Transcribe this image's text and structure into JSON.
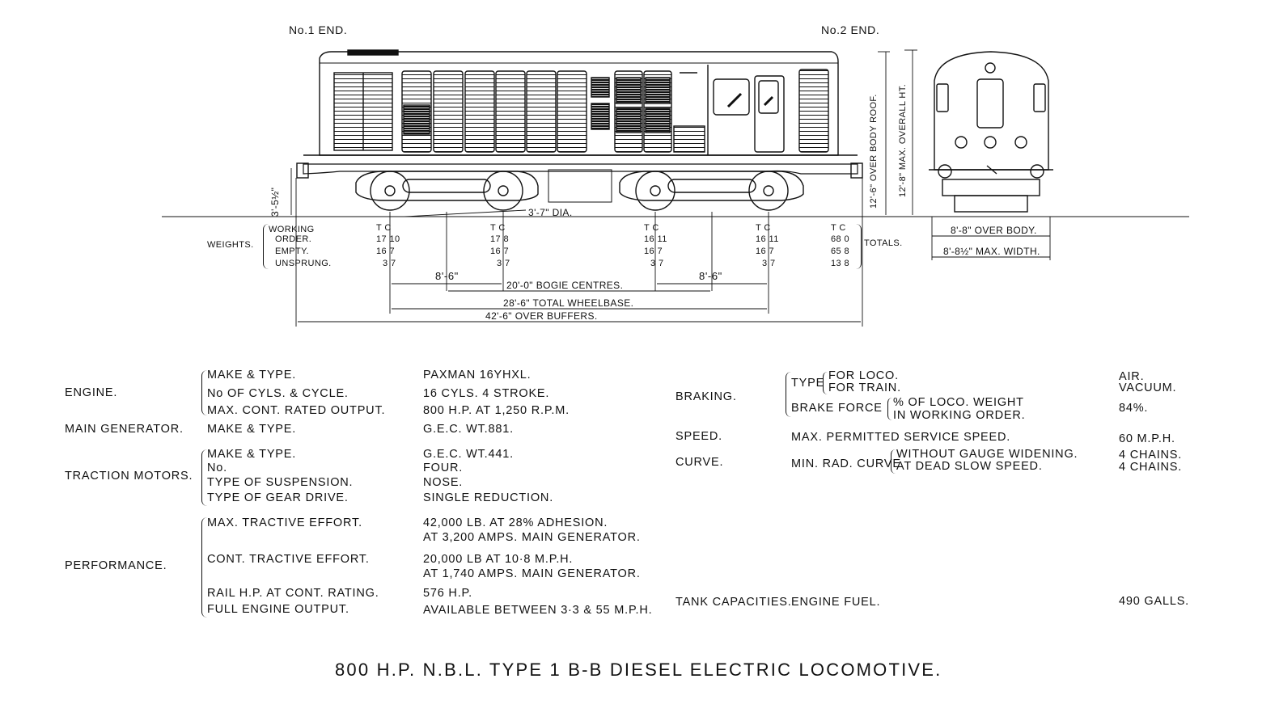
{
  "ends": {
    "no1": "No.1 END.",
    "no2": "No.2 END."
  },
  "dims": {
    "wheel_dia": "3'-7\" DIA.",
    "buffer_ht": "3'-5½\"",
    "over_body_roof": "12'-6\" OVER BODY ROOF.",
    "max_overall_ht": "12'-8\" MAX. OVERALL HT.",
    "over_body": "8'-8\" OVER BODY.",
    "max_width": "8'-8½\" MAX. WIDTH.",
    "bogie_wb_left": "8'-6\"",
    "bogie_wb_right": "8'-6\"",
    "bogie_centres": "20'-0\" BOGIE CENTRES.",
    "total_wheelbase": "28'-6\" TOTAL WHEELBASE.",
    "over_buffers": "42'-6\" OVER BUFFERS."
  },
  "weights": {
    "label": "WEIGHTS.",
    "rows": [
      "WORKING",
      "ORDER.",
      "EMPTY.",
      "UNSPRUNG."
    ],
    "totals_label": "TOTALS.",
    "axles": [
      {
        "tc": "T  C",
        "working": "17 10",
        "empty": "16  7",
        "unsprung": "3  7"
      },
      {
        "tc": "T  C",
        "working": "17  8",
        "empty": "16  7",
        "unsprung": "3  7"
      },
      {
        "tc": "T  C",
        "working": "16 11",
        "empty": "16  7",
        "unsprung": "3  7"
      },
      {
        "tc": "T  C",
        "working": "16 11",
        "empty": "16  7",
        "unsprung": "3  7"
      }
    ],
    "totals": {
      "tc": "T  C",
      "working": "68 0",
      "empty": "65 8",
      "unsprung": "13 8"
    }
  },
  "specs_left": {
    "engine": {
      "label": "ENGINE.",
      "rows": [
        {
          "k": "MAKE & TYPE.",
          "v": "PAXMAN 16YHXL."
        },
        {
          "k": "No OF CYLS. & CYCLE.",
          "v": "16 CYLS. 4 STROKE."
        },
        {
          "k": "MAX. CONT. RATED OUTPUT.",
          "v": "800 H.P. AT 1,250 R.P.M."
        }
      ]
    },
    "main_generator": {
      "label": "MAIN GENERATOR.",
      "rows": [
        {
          "k": "MAKE & TYPE.",
          "v": "G.E.C. WT.881."
        }
      ]
    },
    "traction_motors": {
      "label": "TRACTION MOTORS.",
      "rows": [
        {
          "k": "MAKE & TYPE.",
          "v": "G.E.C. WT.441."
        },
        {
          "k": "No.",
          "v": "FOUR."
        },
        {
          "k": "TYPE OF SUSPENSION.",
          "v": "NOSE."
        },
        {
          "k": "TYPE OF GEAR DRIVE.",
          "v": "SINGLE REDUCTION."
        }
      ]
    },
    "performance": {
      "label": "PERFORMANCE.",
      "rows": [
        {
          "k": "MAX. TRACTIVE EFFORT.",
          "v": "42,000 LB. AT 28% ADHESION.",
          "v2": "AT 3,200 AMPS. MAIN GENERATOR."
        },
        {
          "k": "CONT. TRACTIVE EFFORT.",
          "v": "20,000 LB AT 10·8 M.P.H.",
          "v2": "AT 1,740 AMPS. MAIN GENERATOR."
        },
        {
          "k": "RAIL H.P. AT CONT. RATING.",
          "v": "576 H.P."
        },
        {
          "k": "FULL ENGINE OUTPUT.",
          "v": "AVAILABLE BETWEEN 3·3 & 55 M.P.H."
        }
      ]
    }
  },
  "specs_right": {
    "braking": {
      "label": "BRAKING.",
      "type": "TYPE",
      "for_loco": "FOR LOCO.",
      "for_train": "FOR TRAIN.",
      "loco_val": "AIR.",
      "train_val": "VACUUM.",
      "brake_force": "BRAKE FORCE",
      "bf_line1": "% OF LOCO. WEIGHT",
      "bf_line2": "IN WORKING ORDER.",
      "bf_val": "84%."
    },
    "speed": {
      "label": "SPEED.",
      "k": "MAX. PERMITTED SERVICE SPEED.",
      "v": "60 M.P.H."
    },
    "curve": {
      "label": "CURVE.",
      "k": "MIN. RAD. CURVE",
      "r1": "WITHOUT GAUGE WIDENING.",
      "v1": "4 CHAINS.",
      "r2": "AT DEAD SLOW SPEED.",
      "v2": "4 CHAINS."
    },
    "tank": {
      "label": "TANK CAPACITIES.",
      "k": "ENGINE FUEL.",
      "v": "490 GALLS."
    }
  },
  "title": "800 H.P. N.B.L. TYPE 1 B-B DIESEL ELECTRIC LOCOMOTIVE."
}
